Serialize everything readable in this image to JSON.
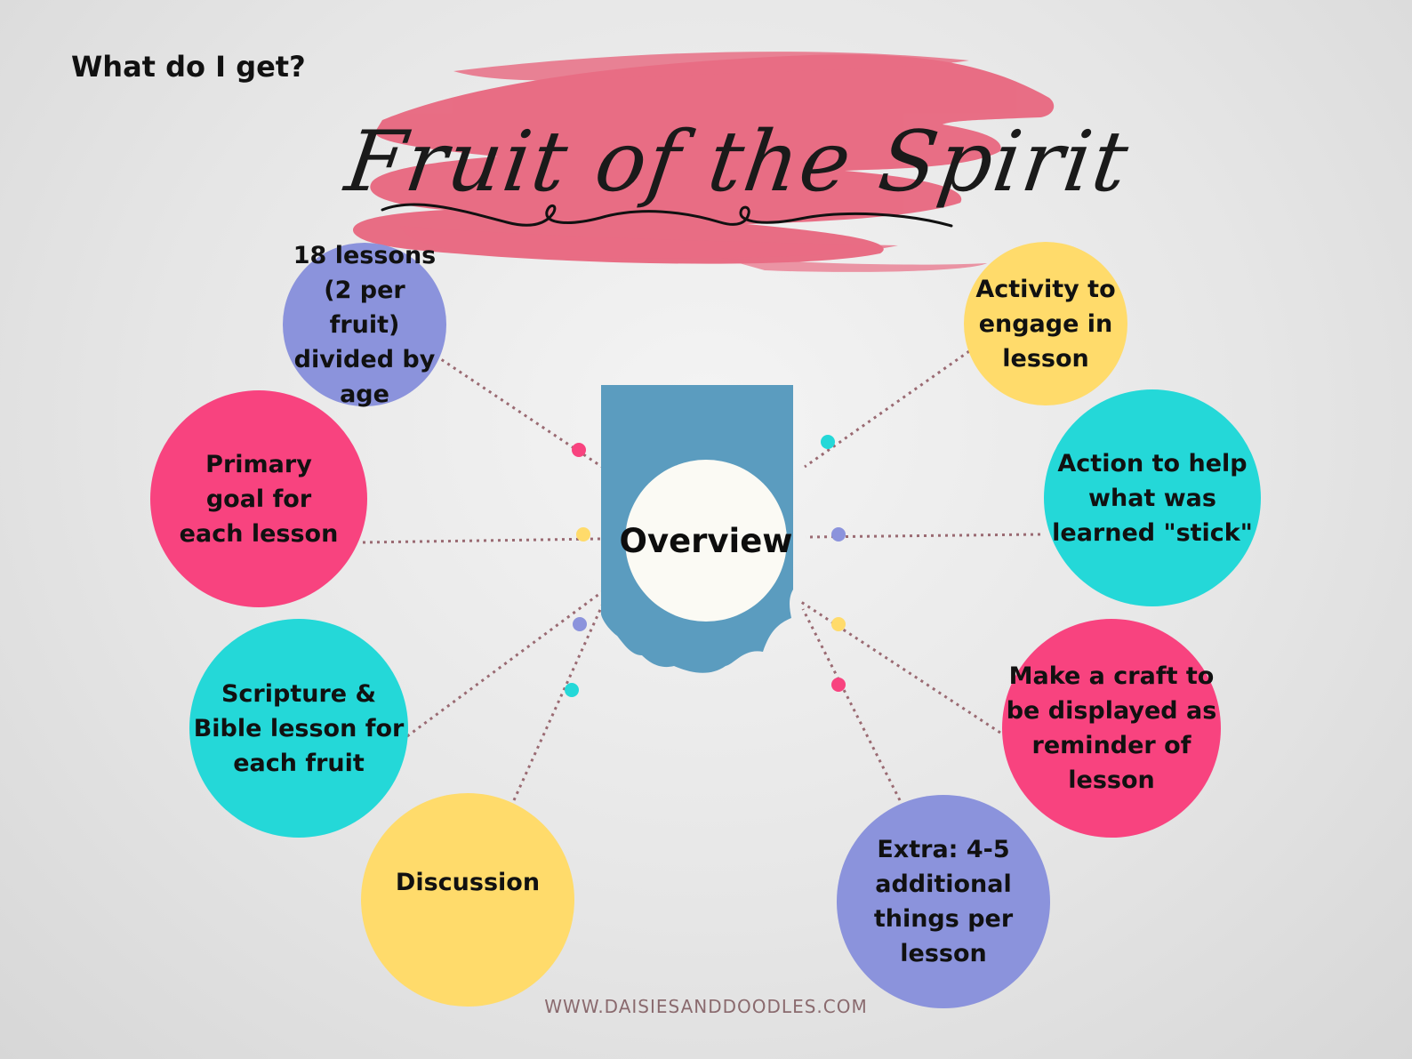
{
  "header": {
    "question": "What do I get?"
  },
  "title": {
    "text": "Fruit of the Spirit",
    "brush_color": "#e8677f"
  },
  "center": {
    "label": "Overview",
    "tag_color": "#5b9cbf",
    "circle_color": "#fbfaf4"
  },
  "bubbles": [
    {
      "text": "18 lessons (2 per fruit) divided by age",
      "color": "#8b93dc"
    },
    {
      "text": "Primary goal for each lesson",
      "color": "#f8437f"
    },
    {
      "text": "Scripture & Bible lesson for each fruit",
      "color": "#24d8d8"
    },
    {
      "text": "Discussion",
      "color": "#ffdb6b"
    },
    {
      "text": "Activity to engage in lesson",
      "color": "#ffdb6b"
    },
    {
      "text": "Action to help what was learned \"stick\"",
      "color": "#24d8d8"
    },
    {
      "text": "Make a craft to be displayed as reminder of lesson",
      "color": "#f8437f"
    },
    {
      "text": "Extra: 4-5 additional things per lesson",
      "color": "#8b93dc"
    }
  ],
  "connector_color": "#9a6a72",
  "footer": {
    "website": "WWW.DAISIESANDDOODLES.COM"
  }
}
